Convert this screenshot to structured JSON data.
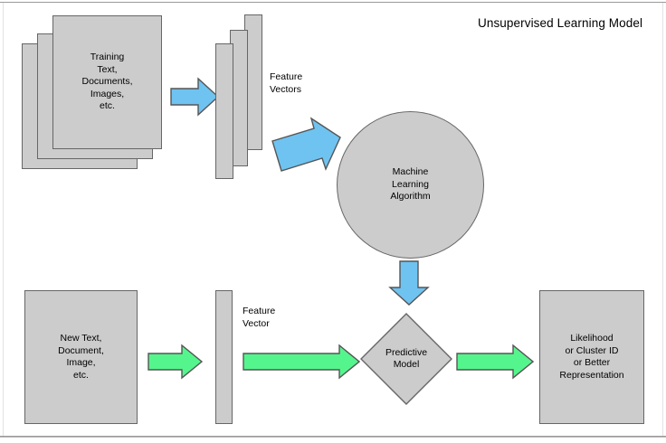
{
  "diagram": {
    "title": "Unsupervised Learning Model",
    "colors": {
      "shape_fill": "#cccccc",
      "shape_stroke": "#666666",
      "arrow_blue": "#6fc3f0",
      "arrow_green": "#55f58d",
      "arrow_stroke": "#555555",
      "text": "#000000",
      "background": "#ffffff"
    },
    "top_row": {
      "training_docs": {
        "label": "Training\nText,\nDocuments,\nImages,\netc.",
        "shape": "document-stack",
        "count": 3
      },
      "feature_vectors": {
        "label": "Feature\nVectors",
        "shape": "bar-stack",
        "count": 3
      },
      "ml_algorithm": {
        "label": "Machine\nLearning\nAlgorithm",
        "shape": "circle"
      },
      "arrows": [
        {
          "name": "docs-to-vectors",
          "color": "blue",
          "direction": "right"
        },
        {
          "name": "vectors-to-algorithm",
          "color": "blue",
          "direction": "down-right"
        }
      ]
    },
    "bridge_arrow": {
      "name": "algorithm-to-model",
      "color": "blue",
      "direction": "down"
    },
    "bottom_row": {
      "new_input": {
        "label": "New Text,\nDocument,\nImage,\netc.",
        "shape": "rectangle"
      },
      "feature_vector": {
        "label": "Feature\nVector",
        "shape": "bar"
      },
      "predictive_model": {
        "label": "Predictive\nModel",
        "shape": "diamond"
      },
      "output": {
        "label": "Likelihood\nor Cluster ID\nor Better\nRepresentation",
        "shape": "rectangle"
      },
      "arrows": [
        {
          "name": "input-to-vector",
          "color": "green",
          "direction": "right"
        },
        {
          "name": "vector-to-model",
          "color": "green",
          "direction": "right"
        },
        {
          "name": "model-to-output",
          "color": "green",
          "direction": "right"
        }
      ]
    }
  }
}
